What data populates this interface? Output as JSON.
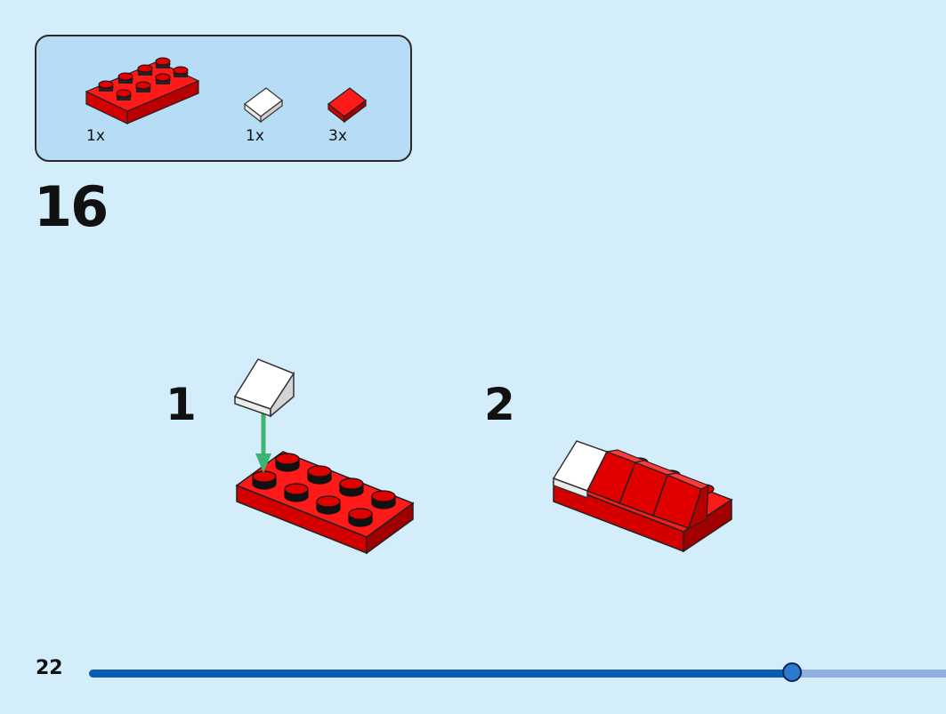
{
  "parts": [
    {
      "name": "red-plate-2x4",
      "color": "#e00000",
      "qty": "1x"
    },
    {
      "name": "white-slope",
      "color": "#ffffff",
      "qty": "1x"
    },
    {
      "name": "red-slope",
      "color": "#e00000",
      "qty": "3x"
    }
  ],
  "step": {
    "number": "16"
  },
  "substeps": [
    {
      "number": "1"
    },
    {
      "number": "2"
    }
  ],
  "page": {
    "number": "22"
  },
  "progress": {
    "fraction": 0.82
  },
  "colors": {
    "background": "#d3edfb",
    "parts_box": "#b7dcf6",
    "brick_red": "#e00000",
    "arrow_green": "#3cb371",
    "progress_fill": "#0b5cb0",
    "progress_track": "#8fb0e0"
  }
}
